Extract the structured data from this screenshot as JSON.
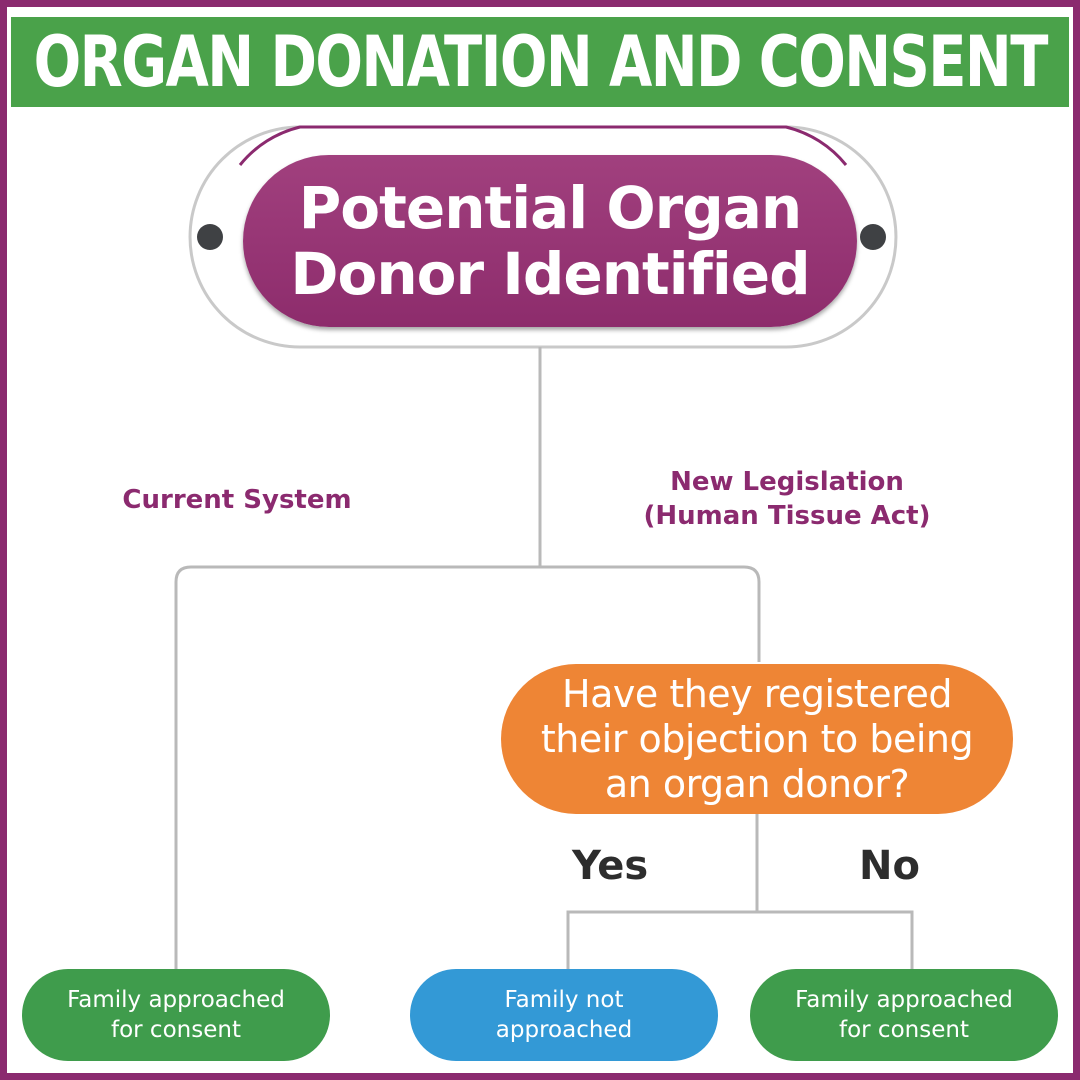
{
  "title": "ORGAN DONATION AND CONSENT",
  "start_node": {
    "line1": "Potential Organ",
    "line2": "Donor Identified"
  },
  "branch_left_label": "Current System",
  "branch_right_label": {
    "line1": "New Legislation",
    "line2": "(Human Tissue Act)"
  },
  "question": {
    "line1": "Have they registered",
    "line2": "their objection to being",
    "line3": "an organ donor?"
  },
  "answer_yes": "Yes",
  "answer_no": "No",
  "outcomes": {
    "left": {
      "line1": "Family approached",
      "line2": "for consent"
    },
    "yes": {
      "line1": "Family not",
      "line2": "approached"
    },
    "no": {
      "line1": "Family approached",
      "line2": "for consent"
    }
  },
  "colors": {
    "border_purple": "#8b2a6f",
    "title_green": "#4aa24a",
    "question_orange": "#ee8535",
    "outcome_green": "#3f9c4c",
    "outcome_blue": "#3399d6",
    "connector_grey": "#b9b9b9"
  }
}
